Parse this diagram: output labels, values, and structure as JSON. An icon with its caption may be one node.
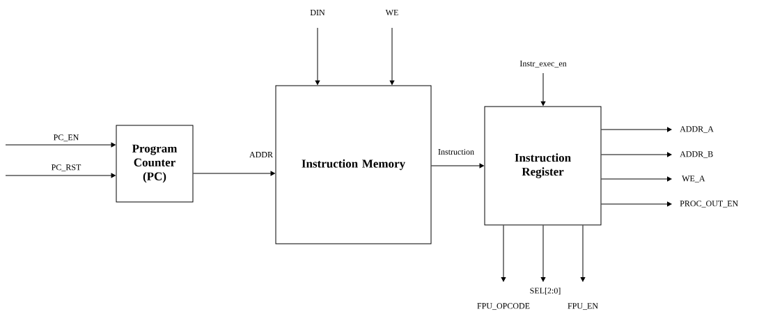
{
  "diagram": {
    "nodes": [
      {
        "text": [
          "Program Counter (PC)"
        ]
      },
      {
        "text": [
          "Instruction Memory"
        ]
      },
      {
        "text": [
          "Instruction Register"
        ]
      }
    ],
    "edges": [
      {
        "from": null,
        "to": 0,
        "arrow": "to",
        "label": "PC_EN"
      },
      {
        "from": null,
        "to": 0,
        "arrow": "to",
        "label": "PC_RST"
      },
      {
        "from": 0,
        "to": 1,
        "arrow": "to",
        "label": "ADDR"
      },
      {
        "from": null,
        "to": 1,
        "arrow": "to",
        "label": "DIN"
      },
      {
        "from": null,
        "to": 1,
        "arrow": "to",
        "label": "WE"
      },
      {
        "from": 1,
        "to": 2,
        "arrow": "to",
        "label": "Instruction"
      },
      {
        "from": null,
        "to": 2,
        "arrow": "to",
        "label": "Instr_exec_en"
      },
      {
        "from": 2,
        "to": null,
        "arrow": "to",
        "label": "ADDR_A"
      },
      {
        "from": 2,
        "to": null,
        "arrow": "to",
        "label": "ADDR_B"
      },
      {
        "from": 2,
        "to": null,
        "arrow": "to",
        "label": "WE_A"
      },
      {
        "from": 2,
        "to": null,
        "arrow": "to",
        "label": "PROC_OUT_EN"
      },
      {
        "from": 2,
        "to": null,
        "arrow": "to",
        "label": "FPU_OPCODE"
      },
      {
        "from": 2,
        "to": null,
        "arrow": "to",
        "label": "SEL[2:0]"
      },
      {
        "from": 2,
        "to": null,
        "arrow": "to",
        "label": "FPU_EN"
      }
    ]
  }
}
